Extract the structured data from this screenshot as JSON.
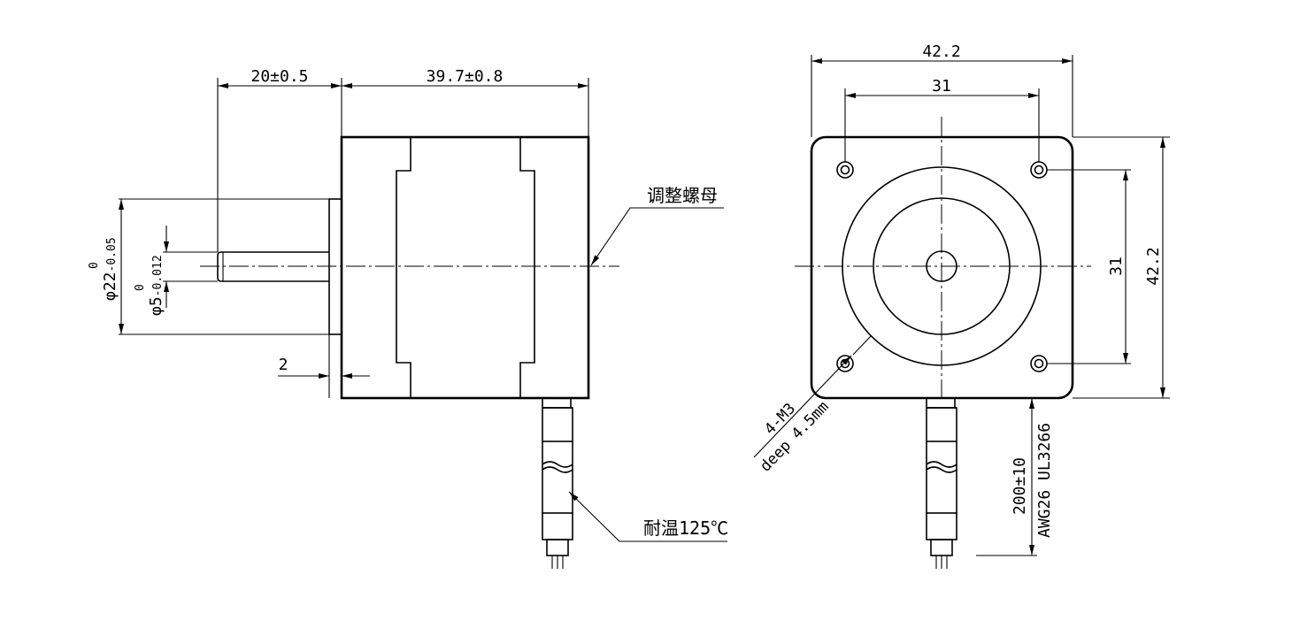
{
  "side_view": {
    "dim_shaft_length": "20±0.5",
    "dim_body_length": "39.7±0.8",
    "dim_flange": "2",
    "dim_boss_dia": "φ22",
    "dim_boss_tol_upper": "0",
    "dim_boss_tol_lower": "-0.05",
    "dim_shaft_dia": "φ5",
    "dim_shaft_tol_upper": "0",
    "dim_shaft_tol_lower": "-0.012",
    "label_nut": "调整螺母",
    "label_temp": "耐温125℃"
  },
  "front_view": {
    "dim_width_outer": "42.2",
    "dim_width_holes": "31",
    "dim_height_holes": "31",
    "dim_height_outer": "42.2",
    "label_holes": "4-M3",
    "label_depth": "deep 4.5mm",
    "label_lead_length": "200±10",
    "label_wire": "AWG26 UL3266"
  }
}
